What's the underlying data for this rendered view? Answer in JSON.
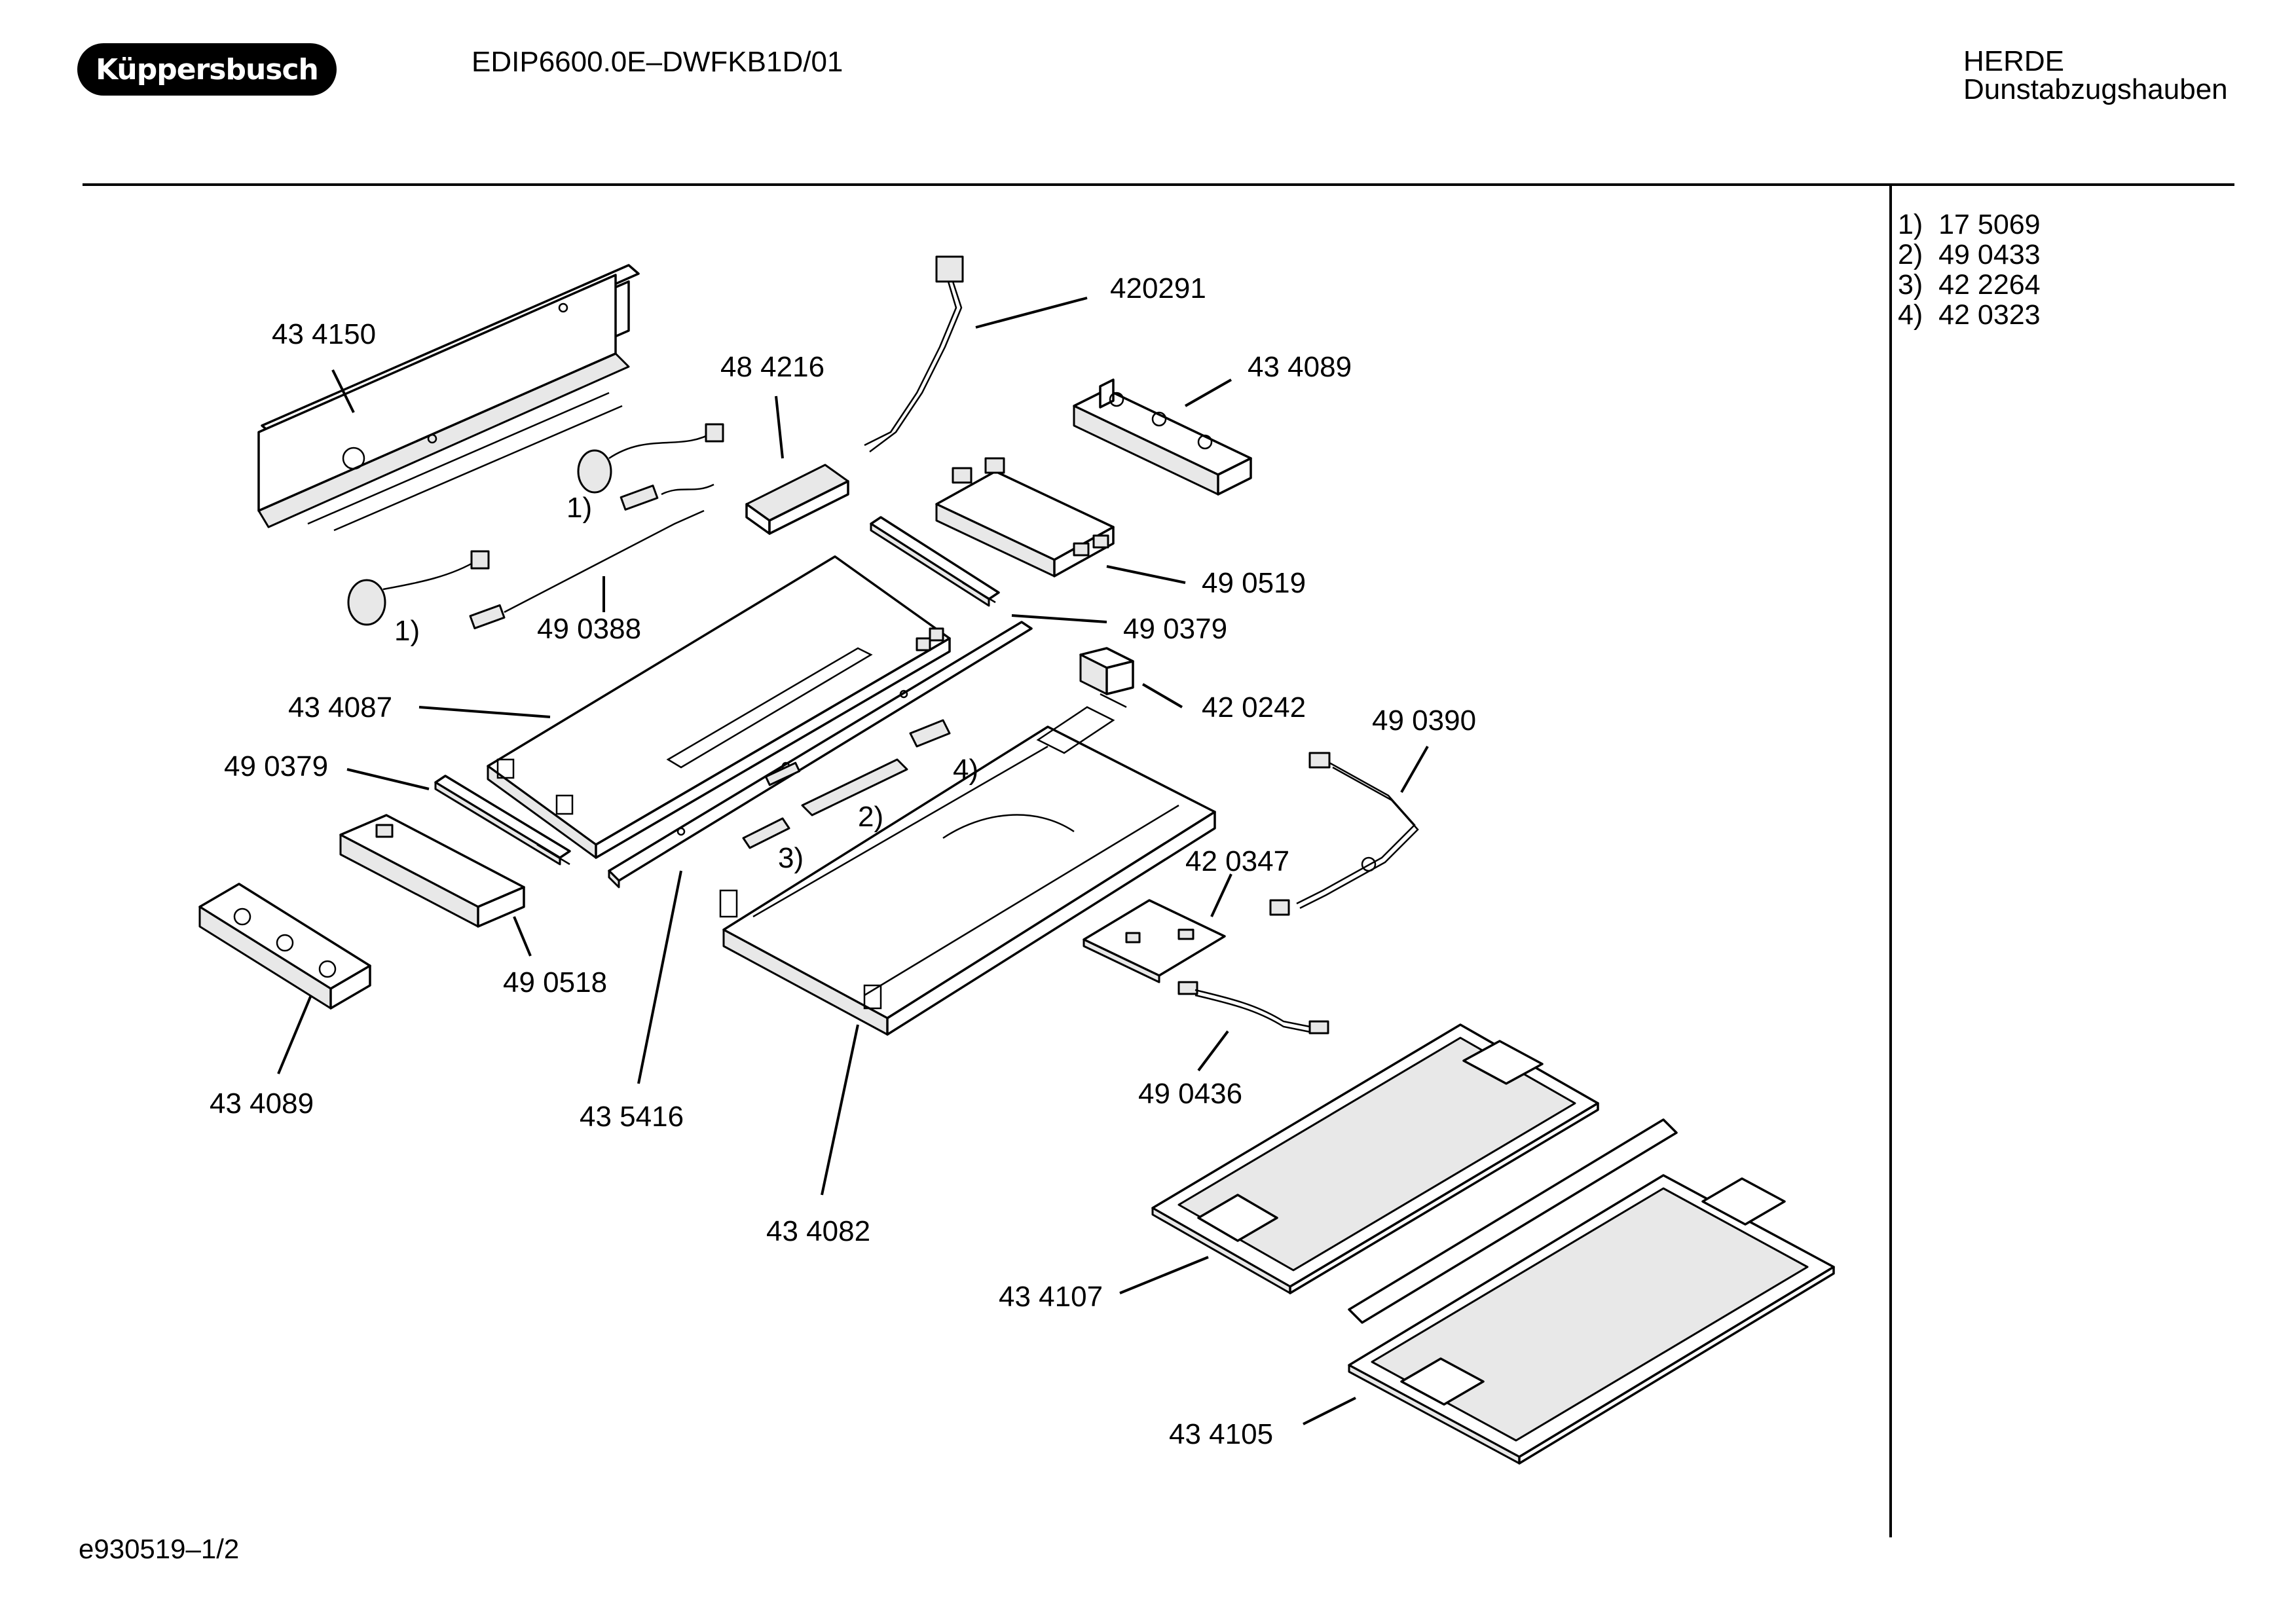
{
  "header": {
    "brand": "Küppersbusch",
    "model": "EDIP6600.0E–DWFKB1D/01",
    "category": "HERDE",
    "subcategory": "Dunstabzugshauben"
  },
  "footer": {
    "drawing_id": "e930519–1/2"
  },
  "reference_list": [
    "1)  17 5069",
    "2)  49 0433",
    "3)  42 2264",
    "4)  42 0323"
  ],
  "part_labels": {
    "p434150": "43 4150",
    "p420291": "420291",
    "p484216": "48 4216",
    "p434089_top": "43 4089",
    "p490519": "49 0519",
    "p490388": "49 0388",
    "p490379_right": "49 0379",
    "p434087": "43 4087",
    "p420242": "42 0242",
    "p490390": "49 0390",
    "p490379_left": "49 0379",
    "p420347": "42 0347",
    "p490518": "49 0518",
    "p434089_bottom": "43 4089",
    "p435416": "43 5416",
    "p434082": "43 4082",
    "p490436": "49 0436",
    "p434107": "43 4107",
    "p434105": "43 4105",
    "ref1a": "1)",
    "ref1b": "1)",
    "ref2": "2)",
    "ref3": "3)",
    "ref4": "4)"
  },
  "icons": {
    "logo": "kuppersbusch-logo",
    "diagram": "exploded-parts-diagram"
  }
}
